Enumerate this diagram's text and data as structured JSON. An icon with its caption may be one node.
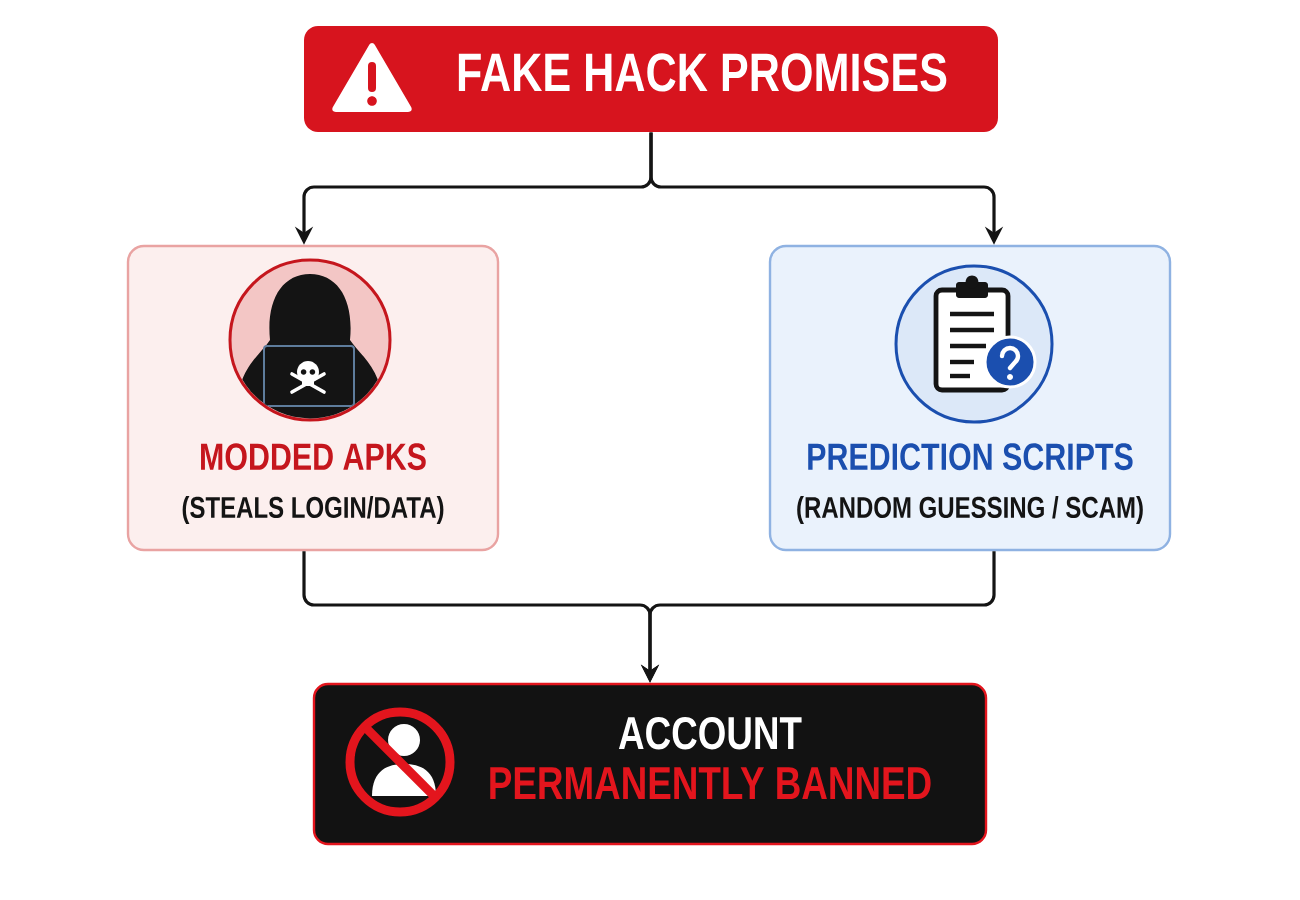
{
  "diagram": {
    "nodes": [
      {
        "text": [
          "FAKE HACK PROMISES"
        ]
      },
      {
        "text": [
          "MODDED APKS",
          "(STEALS LOGIN/DATA)"
        ]
      },
      {
        "text": [
          "PREDICTION SCRIPTS",
          "(RANDOM GUESSING / SCAM)"
        ]
      },
      {
        "text": [
          "ACCOUNT",
          "PERMANENTLY BANNED"
        ]
      }
    ],
    "edges": [
      {
        "from": 0,
        "to": 1,
        "arrow": "to"
      },
      {
        "from": 0,
        "to": 2,
        "arrow": "to"
      },
      {
        "from": 1,
        "to": 3,
        "arrow": "to"
      },
      {
        "from": 2,
        "to": 3,
        "arrow": "to"
      }
    ]
  }
}
